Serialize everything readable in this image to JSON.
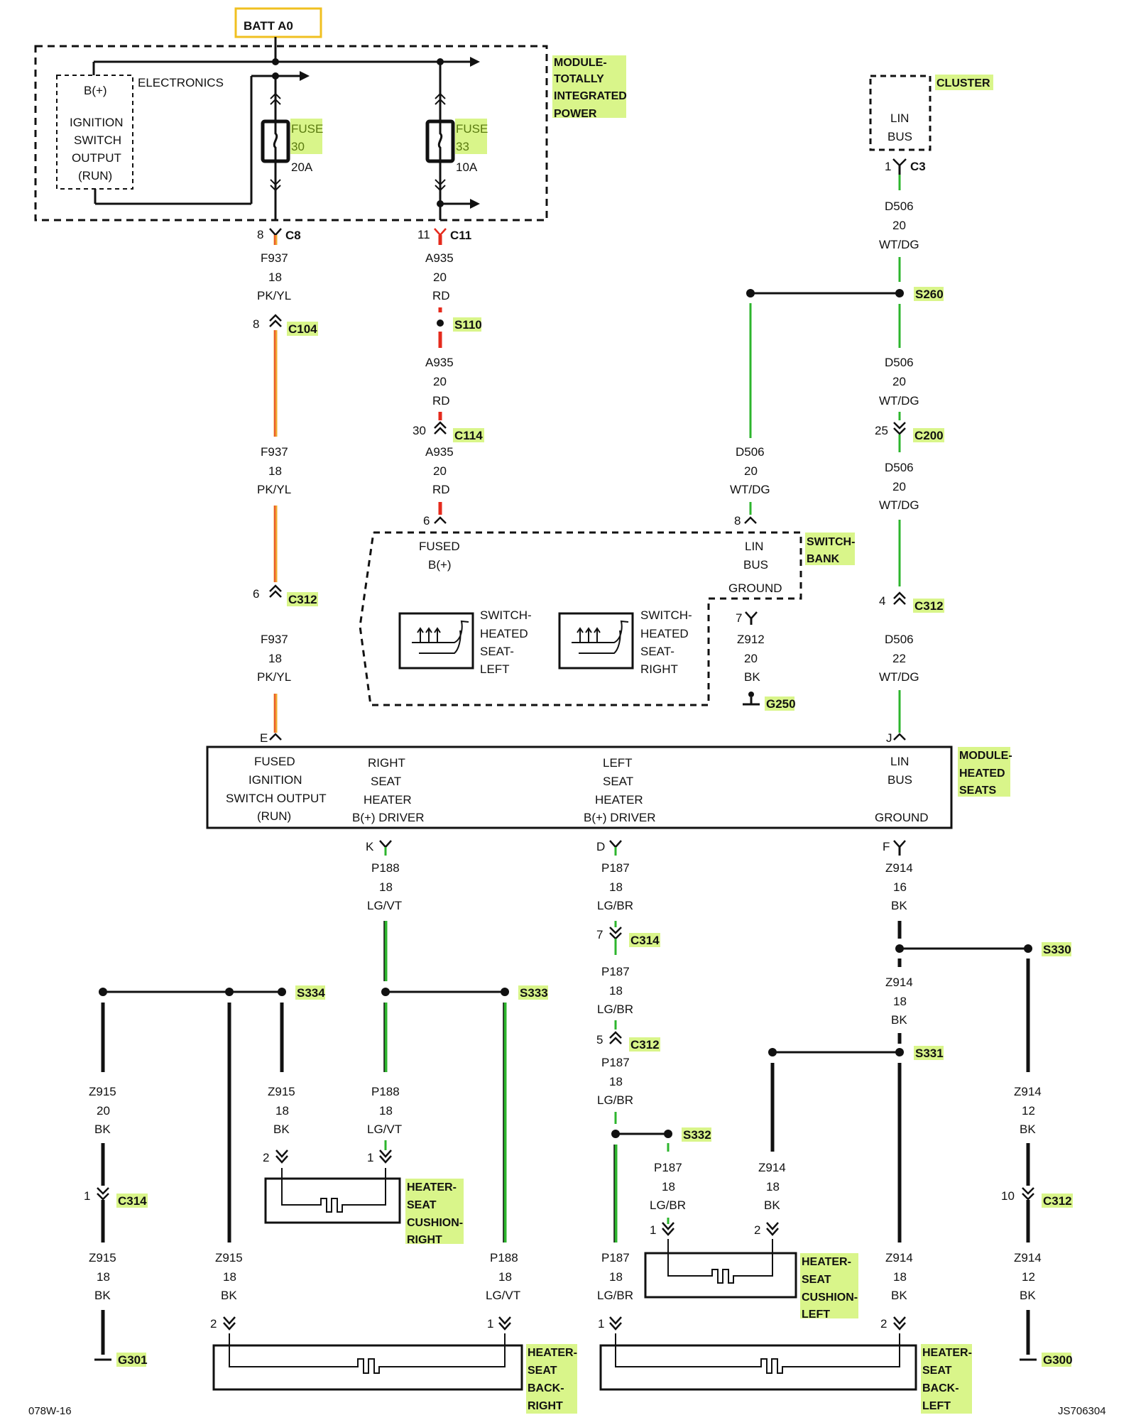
{
  "header": {
    "batt_label": "BATT A0"
  },
  "footer": {
    "left_code": "078W-16",
    "right_code": "JS706304"
  },
  "components": {
    "tip_module": {
      "title": [
        "MODULE-",
        "TOTALLY",
        "INTEGRATED",
        "POWER"
      ],
      "electronics": "ELECTRONICS",
      "bplus": "B(+)",
      "ignition": [
        "IGNITION",
        "SWITCH",
        "OUTPUT",
        "(RUN)"
      ],
      "fuse30": {
        "word": "FUSE",
        "num": "30",
        "rating": "20A"
      },
      "fuse33": {
        "word": "FUSE",
        "num": "33",
        "rating": "10A"
      }
    },
    "cluster": {
      "title": "CLUSTER",
      "lin": [
        "LIN",
        "BUS"
      ]
    },
    "switch_bank": {
      "title": [
        "SWITCH-",
        "BANK"
      ],
      "fused": [
        "FUSED",
        "B(+)"
      ],
      "lin": [
        "LIN",
        "BUS"
      ],
      "ground": "GROUND",
      "sw_left": [
        "SWITCH-",
        "HEATED",
        "SEAT-",
        "LEFT"
      ],
      "sw_right": [
        "SWITCH-",
        "HEATED",
        "SEAT-",
        "RIGHT"
      ]
    },
    "heated_seats_module": {
      "title": [
        "MODULE-",
        "HEATED",
        "SEATS"
      ],
      "fused_ign": [
        "FUSED",
        "IGNITION",
        "SWITCH OUTPUT",
        "(RUN)"
      ],
      "right_driver": [
        "RIGHT",
        "SEAT",
        "HEATER",
        "B(+) DRIVER"
      ],
      "left_driver": [
        "LEFT",
        "SEAT",
        "HEATER",
        "B(+) DRIVER"
      ],
      "lin": [
        "LIN",
        "BUS"
      ],
      "ground": "GROUND"
    },
    "heater_cushion_right": [
      "HEATER-",
      "SEAT",
      "CUSHION-",
      "RIGHT"
    ],
    "heater_cushion_left": [
      "HEATER-",
      "SEAT",
      "CUSHION-",
      "LEFT"
    ],
    "heater_back_right": [
      "HEATER-",
      "SEAT",
      "BACK-",
      "RIGHT"
    ],
    "heater_back_left": [
      "HEATER-",
      "SEAT",
      "BACK-",
      "LEFT"
    ]
  },
  "connectors": {
    "c8": {
      "name": "C8",
      "pin": "8"
    },
    "c11": {
      "name": "C11",
      "pin": "11"
    },
    "c3": {
      "name": "C3",
      "pin": "1"
    },
    "c104": {
      "name": "C104",
      "pin": "8"
    },
    "c114": {
      "name": "C114",
      "pin": "30"
    },
    "c200": {
      "name": "C200",
      "pin": "25"
    },
    "c312_f937": {
      "name": "C312",
      "pin": "6"
    },
    "c312_d506": {
      "name": "C312",
      "pin": "4"
    },
    "c314_p187": {
      "name": "C314",
      "pin": "7"
    },
    "c312_p187": {
      "name": "C312",
      "pin": "5"
    },
    "c314_z915": {
      "name": "C314",
      "pin": "1"
    },
    "c312_z914": {
      "name": "C312",
      "pin": "10"
    },
    "sb_pin6": "6",
    "sb_pin8": "8",
    "sb_pin7": "7",
    "hsm_e": "E",
    "hsm_j": "J",
    "hsm_k": "K",
    "hsm_d": "D",
    "hsm_f": "F",
    "hcr_pin2": "2",
    "hcr_pin1": "1",
    "hcl_pin1": "1",
    "hcl_pin2": "2",
    "hbr_pin2": "2",
    "hbr_pin1": "1",
    "hbl_pin1": "1",
    "hbl_pin2": "2"
  },
  "splices": {
    "s110": "S110",
    "s260": "S260",
    "s330": "S330",
    "s331": "S331",
    "s332": "S332",
    "s333": "S333",
    "s334": "S334"
  },
  "grounds": {
    "g250": "G250",
    "g301": "G301",
    "g300": "G300"
  },
  "wires": {
    "f937_a": [
      "F937",
      "18",
      "PK/YL"
    ],
    "f937_b": [
      "F937",
      "18",
      "PK/YL"
    ],
    "f937_c": [
      "F937",
      "18",
      "PK/YL"
    ],
    "a935_a": [
      "A935",
      "20",
      "RD"
    ],
    "a935_b": [
      "A935",
      "20",
      "RD"
    ],
    "a935_c": [
      "A935",
      "20",
      "RD"
    ],
    "d506_a": [
      "D506",
      "20",
      "WT/DG"
    ],
    "d506_b": [
      "D506",
      "20",
      "WT/DG"
    ],
    "d506_c": [
      "D506",
      "20",
      "WT/DG"
    ],
    "d506_d": [
      "D506",
      "20",
      "WT/DG"
    ],
    "d506_e": [
      "D506",
      "22",
      "WT/DG"
    ],
    "z912": [
      "Z912",
      "20",
      "BK"
    ],
    "p188_a": [
      "P188",
      "18",
      "LG/VT"
    ],
    "p188_b": [
      "P188",
      "18",
      "LG/VT"
    ],
    "p188_c": [
      "P188",
      "18",
      "LG/VT"
    ],
    "p187_a": [
      "P187",
      "18",
      "LG/BR"
    ],
    "p187_b": [
      "P187",
      "18",
      "LG/BR"
    ],
    "p187_c": [
      "P187",
      "18",
      "LG/BR"
    ],
    "p187_d": [
      "P187",
      "18",
      "LG/BR"
    ],
    "p187_e": [
      "P187",
      "18",
      "LG/BR"
    ],
    "z914_a": [
      "Z914",
      "16",
      "BK"
    ],
    "z914_b": [
      "Z914",
      "18",
      "BK"
    ],
    "z914_c": [
      "Z914",
      "18",
      "BK"
    ],
    "z914_d": [
      "Z914",
      "18",
      "BK"
    ],
    "z914_e": [
      "Z914",
      "12",
      "BK"
    ],
    "z914_f": [
      "Z914",
      "12",
      "BK"
    ],
    "z915_a": [
      "Z915",
      "20",
      "BK"
    ],
    "z915_b": [
      "Z915",
      "18",
      "BK"
    ],
    "z915_c": [
      "Z915",
      "18",
      "BK"
    ],
    "z915_d": [
      "Z915",
      "18",
      "BK"
    ]
  },
  "colors": {
    "pk_yl": "#f0a830",
    "pk_yl_edge": "#e8402a",
    "red": "#e52a1c",
    "green": "#2db52d",
    "black": "#111111",
    "highlight": "#d9f58a",
    "batt_box": "#f0c020"
  }
}
